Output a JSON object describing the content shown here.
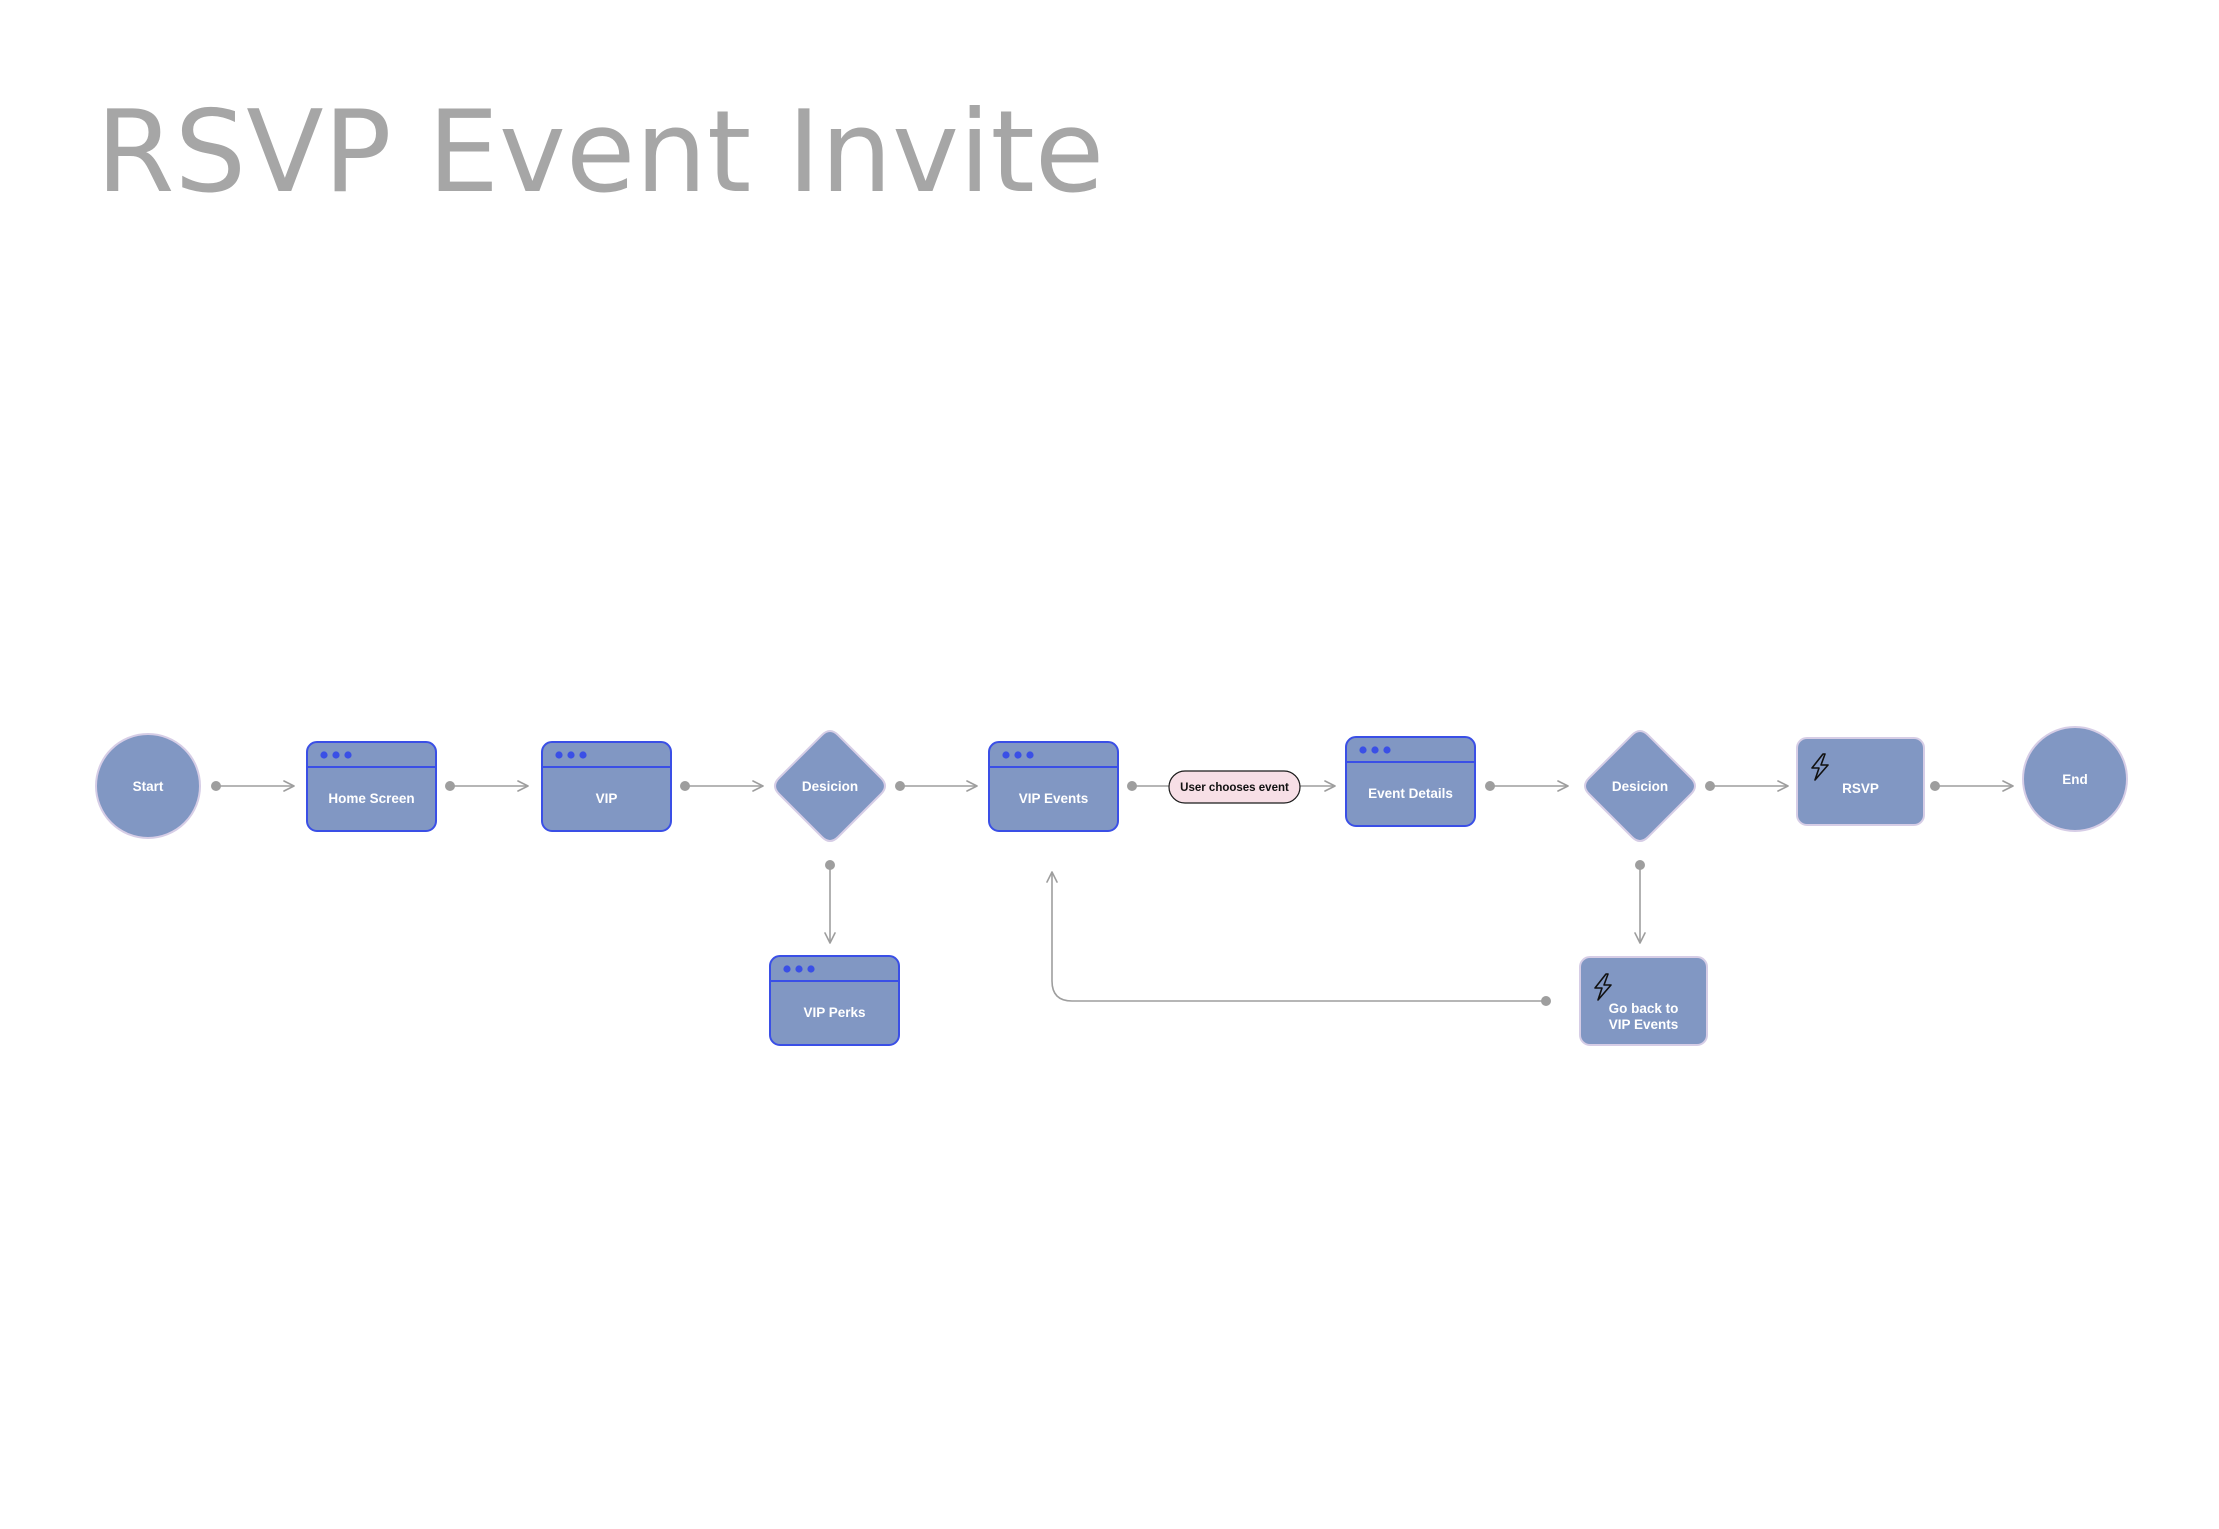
{
  "title": "RSVP Event Invite",
  "colors": {
    "node_fill": "#8197c3",
    "screen_border": "#3a4fe6",
    "screen_dots": "#3a4fe6",
    "soft_border": "#d6cde6",
    "connector": "#9e9e9e",
    "label_pill_fill": "#f7dfe6",
    "label_pill_border": "#1a1a1a",
    "title": "#a6a6a6"
  },
  "nodes": {
    "start": {
      "label": "Start",
      "shape": "circle"
    },
    "home_screen": {
      "label": "Home Screen",
      "shape": "screen"
    },
    "vip": {
      "label": "VIP",
      "shape": "screen"
    },
    "decision_1": {
      "label": "Desicion",
      "shape": "diamond"
    },
    "vip_perks": {
      "label": "VIP Perks",
      "shape": "screen"
    },
    "vip_events": {
      "label": "VIP Events",
      "shape": "screen"
    },
    "event_details": {
      "label": "Event Details",
      "shape": "screen"
    },
    "decision_2": {
      "label": "Desicion",
      "shape": "diamond"
    },
    "rsvp": {
      "label": "RSVP",
      "shape": "action",
      "icon": "lightning-icon"
    },
    "go_back": {
      "label_line1": "Go back to",
      "label_line2": "VIP Events",
      "shape": "action",
      "icon": "lightning-icon"
    },
    "end": {
      "label": "End",
      "shape": "circle"
    }
  },
  "edges": [
    {
      "from": "start",
      "to": "home_screen"
    },
    {
      "from": "home_screen",
      "to": "vip"
    },
    {
      "from": "vip",
      "to": "decision_1"
    },
    {
      "from": "decision_1",
      "to": "vip_events"
    },
    {
      "from": "decision_1",
      "to": "vip_perks"
    },
    {
      "from": "vip_events",
      "to": "event_details",
      "label": "User chooses event"
    },
    {
      "from": "event_details",
      "to": "decision_2"
    },
    {
      "from": "decision_2",
      "to": "rsvp"
    },
    {
      "from": "decision_2",
      "to": "go_back"
    },
    {
      "from": "go_back",
      "to": "vip_events"
    },
    {
      "from": "rsvp",
      "to": "end"
    }
  ]
}
